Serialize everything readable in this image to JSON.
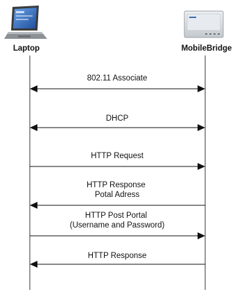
{
  "participants": {
    "left": {
      "label": "Laptop",
      "icon": "laptop-icon"
    },
    "right": {
      "label": "MobileBridge",
      "icon": "router-icon"
    }
  },
  "messages": [
    {
      "lines": [
        "802.11 Associate"
      ],
      "direction": "both"
    },
    {
      "lines": [
        "DHCP"
      ],
      "direction": "both"
    },
    {
      "lines": [
        "HTTP Request"
      ],
      "direction": "right"
    },
    {
      "lines": [
        "HTTP Response",
        "Potal Adress"
      ],
      "direction": "left"
    },
    {
      "lines": [
        "HTTP Post Portal",
        "(Username and Password)"
      ],
      "direction": "right"
    },
    {
      "lines": [
        "HTTP Response"
      ],
      "direction": "left"
    }
  ],
  "colors": {
    "line": "#111111",
    "lifeline": "#333333",
    "laptop_screen": "#2f5fb8",
    "device_body": "#d9dde2"
  }
}
